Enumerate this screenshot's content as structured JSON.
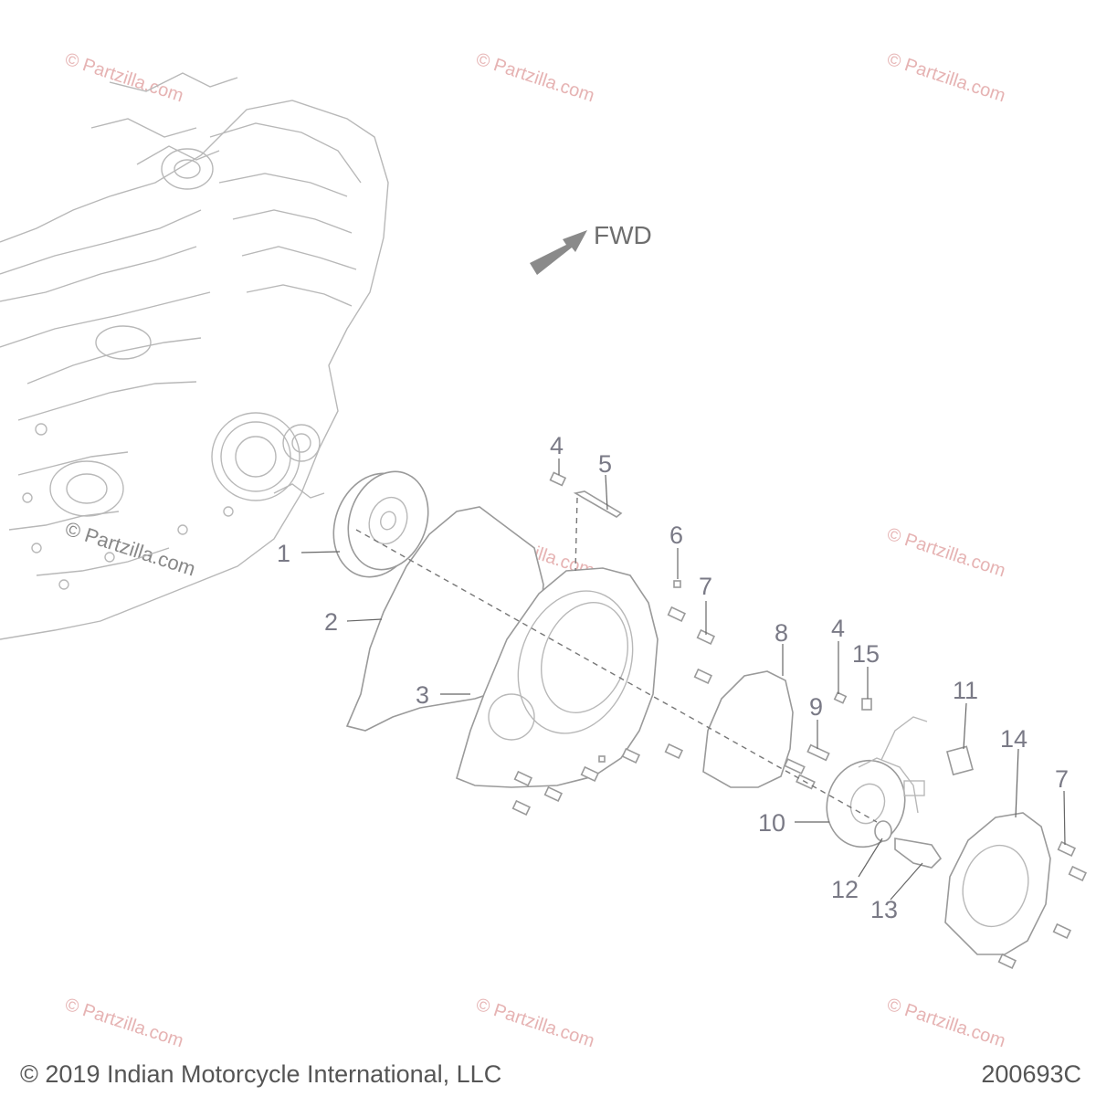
{
  "direction_label": "FWD",
  "callouts": [
    {
      "id": "c1",
      "text": "1"
    },
    {
      "id": "c2",
      "text": "2"
    },
    {
      "id": "c3",
      "text": "3"
    },
    {
      "id": "c4a",
      "text": "4"
    },
    {
      "id": "c5",
      "text": "5"
    },
    {
      "id": "c6",
      "text": "6"
    },
    {
      "id": "c7a",
      "text": "7"
    },
    {
      "id": "c8",
      "text": "8"
    },
    {
      "id": "c4b",
      "text": "4"
    },
    {
      "id": "c15",
      "text": "15"
    },
    {
      "id": "c9",
      "text": "9"
    },
    {
      "id": "c11",
      "text": "11"
    },
    {
      "id": "c14",
      "text": "14"
    },
    {
      "id": "c7b",
      "text": "7"
    },
    {
      "id": "c10",
      "text": "10"
    },
    {
      "id": "c12",
      "text": "12"
    },
    {
      "id": "c13",
      "text": "13"
    }
  ],
  "watermark": "© Partzilla.com",
  "footer": {
    "copyright": "© 2019 Indian Motorcycle International, LLC",
    "drawing_number": "200693C"
  },
  "colors": {
    "callout": "#7a7a86",
    "watermark": "#e6b3b3",
    "arrow": "#8a8a8a"
  }
}
